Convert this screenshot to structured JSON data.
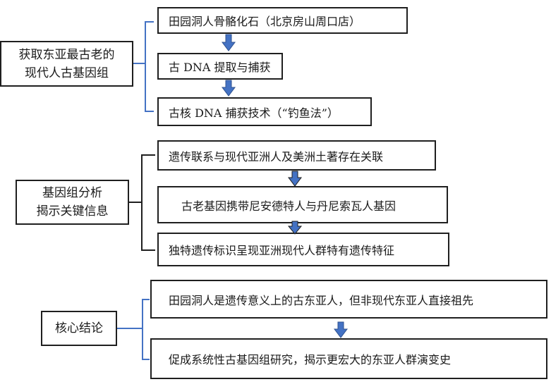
{
  "groups": [
    {
      "title_lines": [
        "获取东亚最古老的",
        "现代人古基因组"
      ],
      "steps": [
        "田园洞人骨骼化石（北京房山周口店）",
        "古 DNA 提取与捕获",
        "古核 DNA 捕获技术（“钓鱼法”）"
      ]
    },
    {
      "title_lines": [
        "基因组分析",
        "揭示关键信息"
      ],
      "steps": [
        "遗传联系与现代亚洲人及美洲土著存在关联",
        "古老基因携带尼安德特人与丹尼索瓦人基因",
        "独特遗传标识呈现亚洲现代人群特有遗传特征"
      ]
    },
    {
      "title_lines": [
        "核心结论"
      ],
      "steps": [
        "田园洞人是遗传意义上的古东亚人，但非现代东亚人直接祖先",
        "促成系统性古基因组研究，揭示更宏大的东亚人群演变史"
      ]
    }
  ],
  "colors": {
    "bracket": "#4472c4",
    "arrow": "#4472c4",
    "border": "#1f1f1f"
  }
}
